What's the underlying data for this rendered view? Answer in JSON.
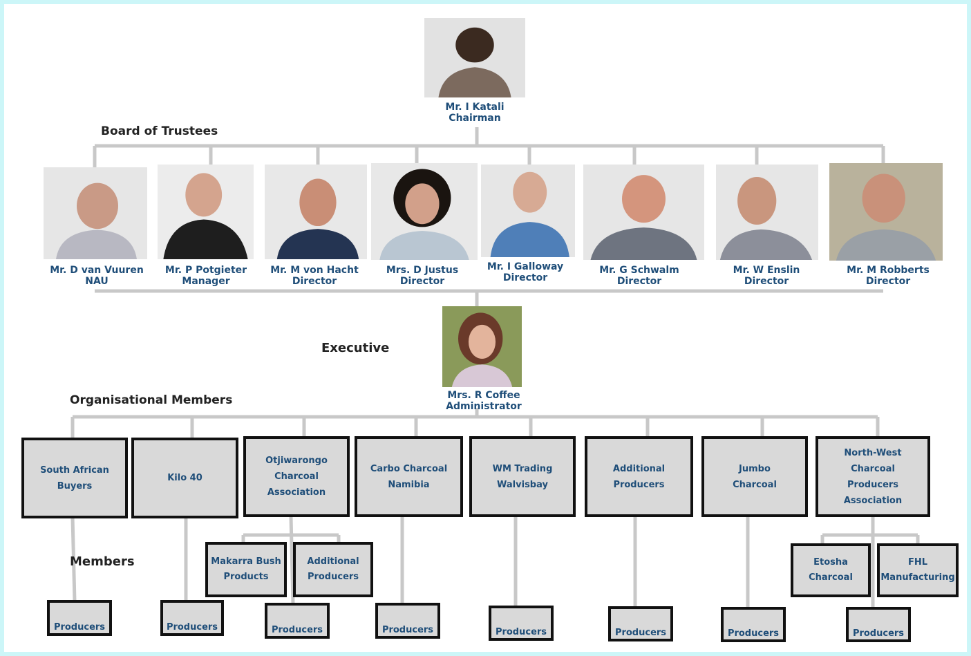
{
  "chairman": {
    "name": "Mr. I Katali",
    "role": "Chairman"
  },
  "labels": {
    "board": "Board of Trustees",
    "executive": "Executive",
    "org_members": "Organisational Members",
    "members": "Members"
  },
  "trustees": [
    {
      "name": "Mr. D van Vuuren",
      "role": "NAU"
    },
    {
      "name": "Mr. P Potgieter",
      "role": "Manager"
    },
    {
      "name": "Mr. M von Hacht",
      "role": "Director"
    },
    {
      "name": "Mrs. D Justus",
      "role": "Director"
    },
    {
      "name": "Mr. I Galloway",
      "role": "Director"
    },
    {
      "name": "Mr. G Schwalm",
      "role": "Director"
    },
    {
      "name": "Mr. W Enslin",
      "role": "Director"
    },
    {
      "name": "Mr. M Robberts",
      "role": "Director"
    }
  ],
  "executive": {
    "name": "Mrs. R Coffee",
    "role": "Administrator"
  },
  "org_members": [
    {
      "label": "South African\nBuyers"
    },
    {
      "label": "Kilo 40"
    },
    {
      "label": "Otjiwarongo\nCharcoal Association"
    },
    {
      "label": "Carbo Charcoal\nNamibia"
    },
    {
      "label": "WM Trading\nWalvisbay"
    },
    {
      "label": "Additional\nProducers"
    },
    {
      "label": "Jumbo\nCharcoal"
    },
    {
      "label": "North-West Charcoal\nProducers Association"
    }
  ],
  "sub_members": [
    {
      "label": "Makarra Bush\nProducts"
    },
    {
      "label": "Additional\nProducers"
    },
    {
      "label": "Etosha\nCharcoal"
    },
    {
      "label": "FHL\nManufacturing"
    }
  ],
  "producers": [
    {
      "label": "Producers"
    },
    {
      "label": "Producers"
    },
    {
      "label": "Producers"
    },
    {
      "label": "Producers"
    },
    {
      "label": "Producers"
    },
    {
      "label": "Producers"
    },
    {
      "label": "Producers"
    },
    {
      "label": "Producers"
    }
  ],
  "colors": {
    "name_text": "#1f4e79",
    "box_fill": "#d9d9d9",
    "connector": "#c8c8c8",
    "frame": "#ccf6f8"
  },
  "icons": {
    "portrait": "person-photo-icon"
  }
}
